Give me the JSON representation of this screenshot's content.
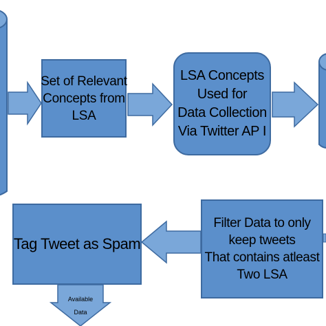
{
  "colors": {
    "box_fill": "#5b8fcb",
    "box_border": "#3d6aa0",
    "arrow_fill": "#7aa7d9",
    "text": "#000000"
  },
  "boxes": {
    "relevant_concepts": {
      "lines": [
        "Set of Relevant",
        "Concepts from",
        "LSA"
      ]
    },
    "lsa_concepts": {
      "lines": [
        "LSA Concepts",
        "Used for",
        "Data Collection",
        "Via Twitter AP I"
      ]
    },
    "tag_spam": {
      "lines": [
        "Tag Tweet as Spam"
      ]
    },
    "filter_data": {
      "lines": [
        "Filter Data to only",
        "keep tweets",
        "That contains atleast",
        "Two LSA"
      ]
    }
  },
  "arrow_labels": {
    "available_line1": "Available",
    "available_line2": "Data"
  }
}
